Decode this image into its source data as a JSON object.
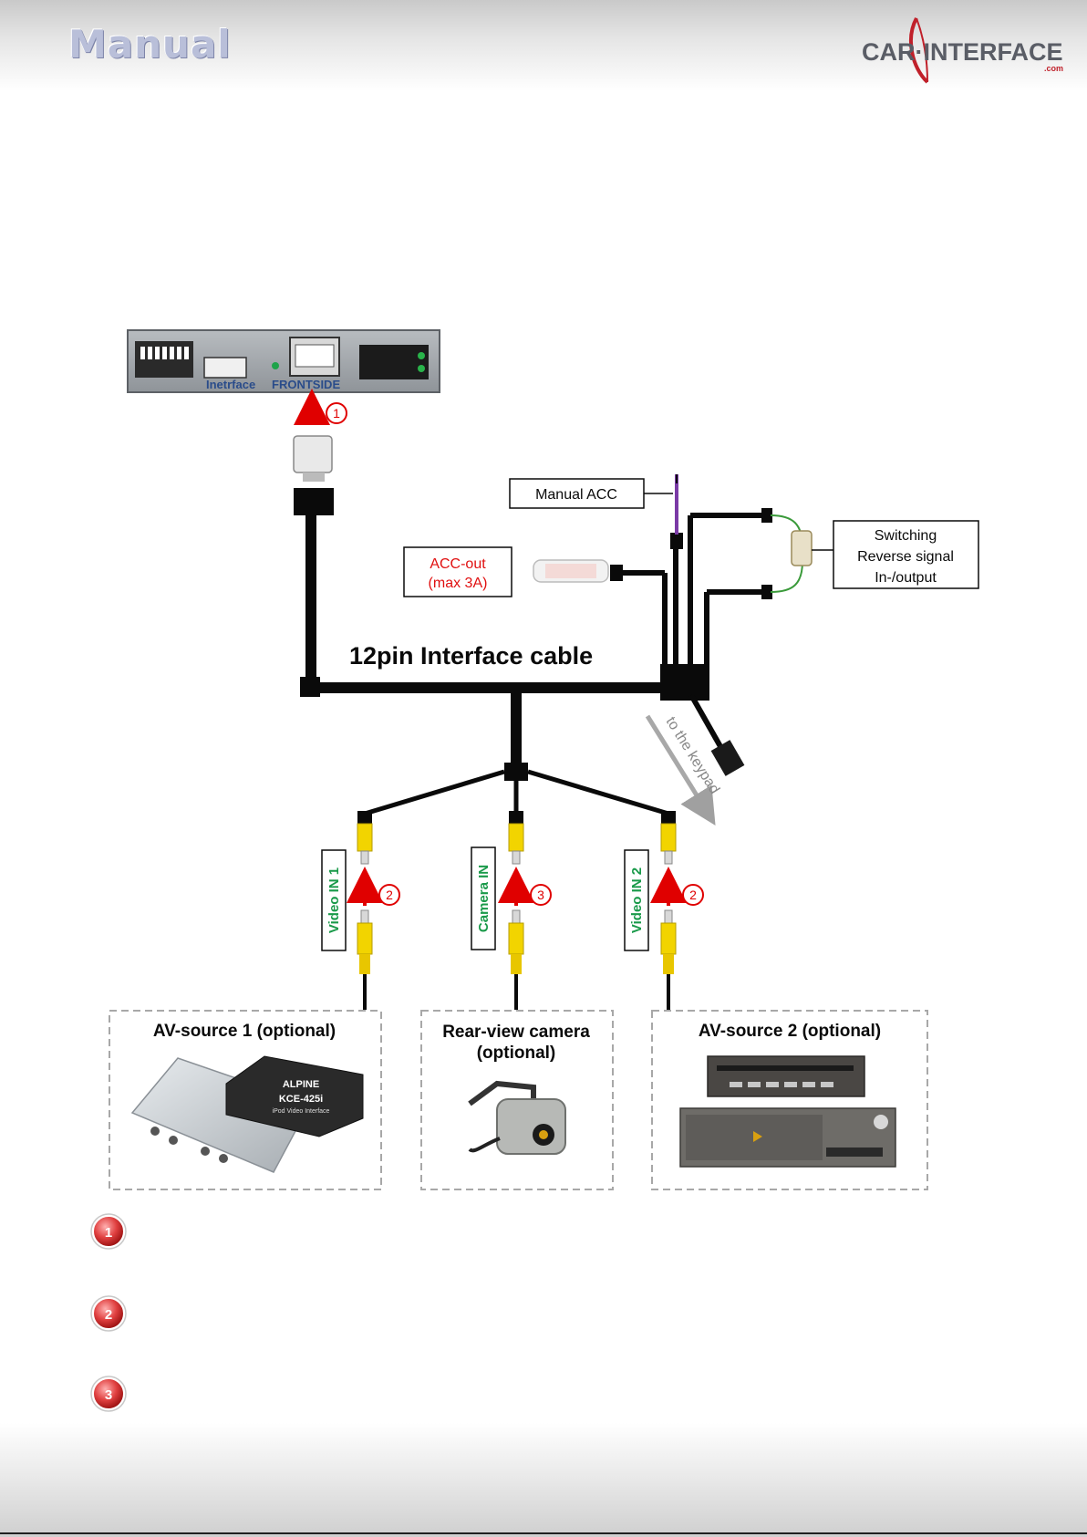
{
  "header": {
    "title": "Manual",
    "logo": {
      "text": "CAR·INTERFACE",
      "suffix": ".com"
    }
  },
  "device": {
    "label_interface": "Inetrface",
    "label_frontside": "FRONTSIDE"
  },
  "cable_label": "12pin Interface cable",
  "labels": {
    "manual_acc": "Manual ACC",
    "acc_out_line1": "ACC-out",
    "acc_out_line2": "(max 3A)",
    "switching_line1": "Switching",
    "switching_line2": "Reverse signal",
    "switching_line3": "In-/output",
    "keypad": "to the keypad"
  },
  "inputs": [
    {
      "label": "Video IN 1",
      "step": "2"
    },
    {
      "label": "Camera IN",
      "step": "3"
    },
    {
      "label": "Video IN 2",
      "step": "2"
    }
  ],
  "steps": {
    "device": "1"
  },
  "sources": [
    {
      "title_line1": "AV-source 1 (optional)",
      "title_line2": "",
      "product_brand": "ALPINE",
      "product_model": "KCE-425i",
      "product_sub": "iPod Video Interface"
    },
    {
      "title_line1": "Rear-view camera",
      "title_line2": "(optional)"
    },
    {
      "title_line1": "AV-source 2 (optional)",
      "title_line2": ""
    }
  ],
  "notes": [
    "1",
    "2",
    "3"
  ],
  "colors": {
    "cable": "#0a0a0a",
    "arrow": "#e00000",
    "badge": "#d42a2a",
    "green_label": "#1a9a4a",
    "red_label": "#e01010",
    "rca_yellow": "#f2d400",
    "purple_wire": "#7a3aa6",
    "green_wire": "#3a9a3a"
  }
}
